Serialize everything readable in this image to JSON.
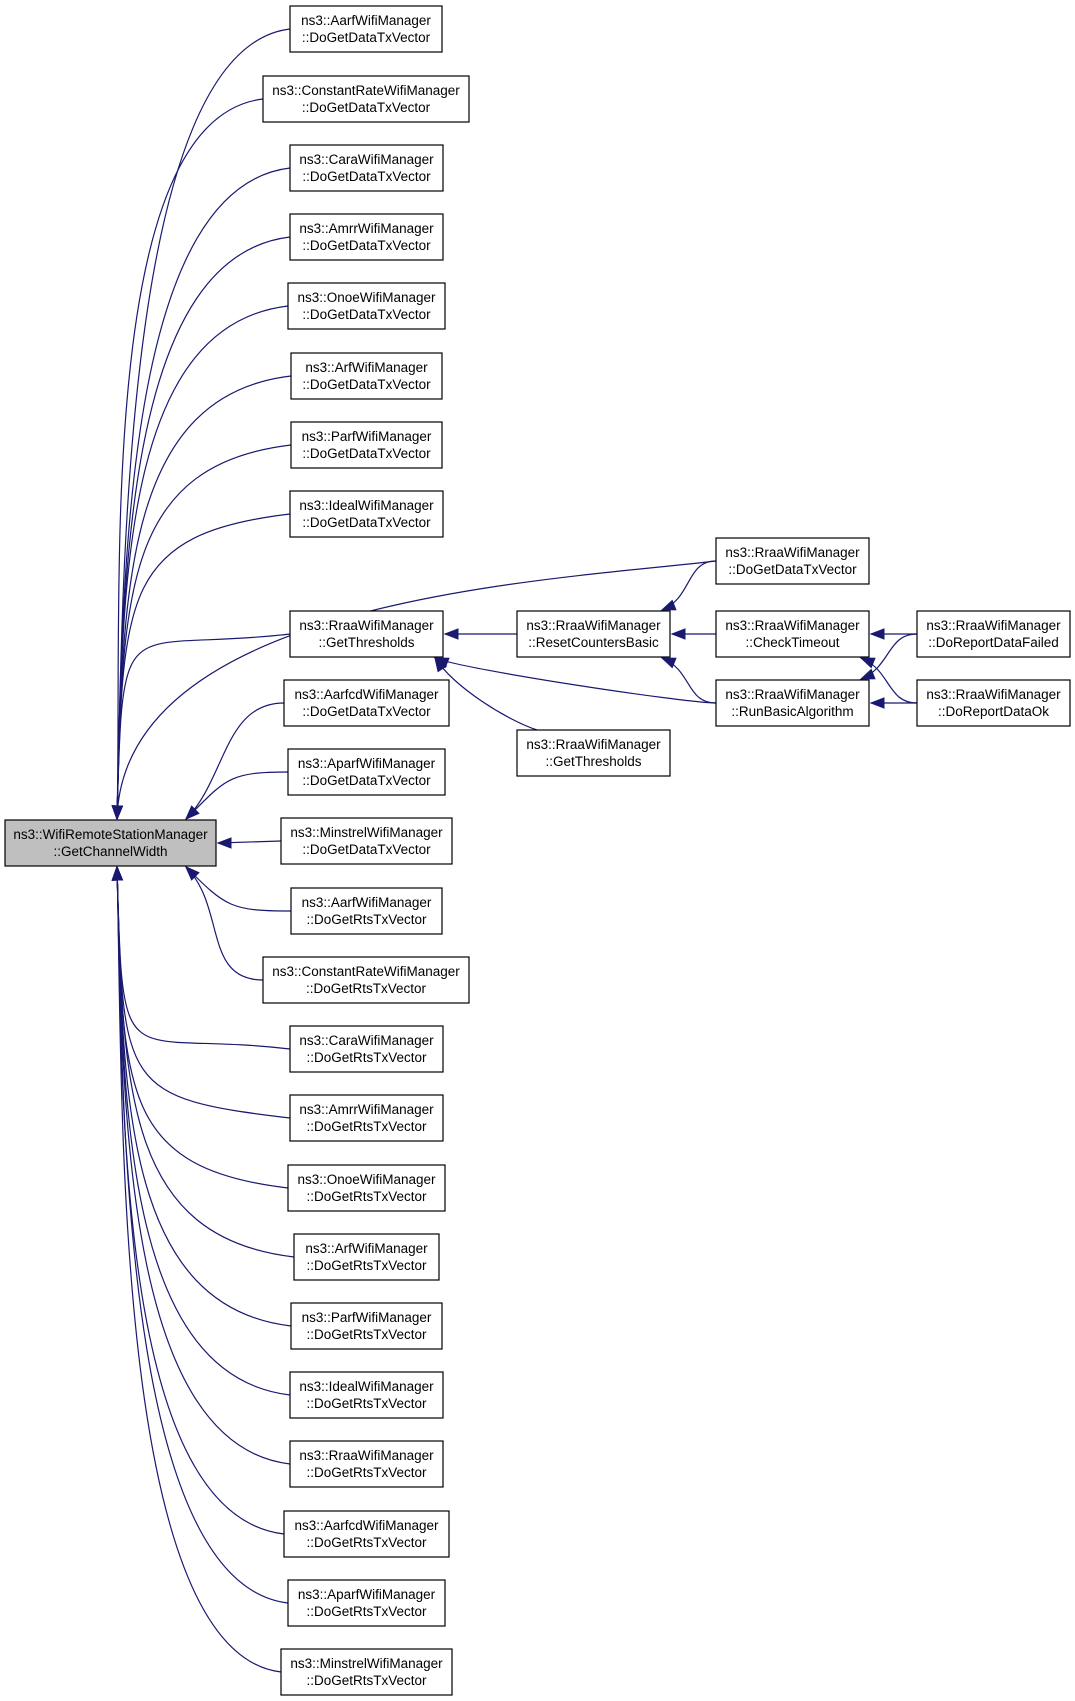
{
  "colors": {
    "edge": "#191970",
    "root_fill": "#bfbfbf",
    "node_fill": "#ffffff",
    "node_border": "#000000"
  },
  "nodes": [
    {
      "id": "root",
      "line1": "ns3::WifiRemoteStationManager",
      "line2": "::GetChannelWidth",
      "root": true
    },
    {
      "id": "aarf_data",
      "line1": "ns3::AarfWifiManager",
      "line2": "::DoGetDataTxVector"
    },
    {
      "id": "const_data",
      "line1": "ns3::ConstantRateWifiManager",
      "line2": "::DoGetDataTxVector"
    },
    {
      "id": "cara_data",
      "line1": "ns3::CaraWifiManager",
      "line2": "::DoGetDataTxVector"
    },
    {
      "id": "amrr_data",
      "line1": "ns3::AmrrWifiManager",
      "line2": "::DoGetDataTxVector"
    },
    {
      "id": "onoe_data",
      "line1": "ns3::OnoeWifiManager",
      "line2": "::DoGetDataTxVector"
    },
    {
      "id": "arf_data",
      "line1": "ns3::ArfWifiManager",
      "line2": "::DoGetDataTxVector"
    },
    {
      "id": "parf_data",
      "line1": "ns3::ParfWifiManager",
      "line2": "::DoGetDataTxVector"
    },
    {
      "id": "ideal_data",
      "line1": "ns3::IdealWifiManager",
      "line2": "::DoGetDataTxVector"
    },
    {
      "id": "rraa_data",
      "line1": "ns3::RraaWifiManager",
      "line2": "::DoGetDataTxVector"
    },
    {
      "id": "rraa_getth",
      "line1": "ns3::RraaWifiManager",
      "line2": "::GetThresholds"
    },
    {
      "id": "rraa_reset",
      "line1": "ns3::RraaWifiManager",
      "line2": "::ResetCountersBasic"
    },
    {
      "id": "rraa_getth2",
      "line1": "ns3::RraaWifiManager",
      "line2": "::GetThresholds"
    },
    {
      "id": "rraa_check",
      "line1": "ns3::RraaWifiManager",
      "line2": "::CheckTimeout"
    },
    {
      "id": "rraa_run",
      "line1": "ns3::RraaWifiManager",
      "line2": "::RunBasicAlgorithm"
    },
    {
      "id": "rraa_failed",
      "line1": "ns3::RraaWifiManager",
      "line2": "::DoReportDataFailed"
    },
    {
      "id": "rraa_ok",
      "line1": "ns3::RraaWifiManager",
      "line2": "::DoReportDataOk"
    },
    {
      "id": "aarfcd_data",
      "line1": "ns3::AarfcdWifiManager",
      "line2": "::DoGetDataTxVector"
    },
    {
      "id": "aparf_data",
      "line1": "ns3::AparfWifiManager",
      "line2": "::DoGetDataTxVector"
    },
    {
      "id": "minstrel_data",
      "line1": "ns3::MinstrelWifiManager",
      "line2": "::DoGetDataTxVector"
    },
    {
      "id": "aarf_rts",
      "line1": "ns3::AarfWifiManager",
      "line2": "::DoGetRtsTxVector"
    },
    {
      "id": "const_rts",
      "line1": "ns3::ConstantRateWifiManager",
      "line2": "::DoGetRtsTxVector"
    },
    {
      "id": "cara_rts",
      "line1": "ns3::CaraWifiManager",
      "line2": "::DoGetRtsTxVector"
    },
    {
      "id": "amrr_rts",
      "line1": "ns3::AmrrWifiManager",
      "line2": "::DoGetRtsTxVector"
    },
    {
      "id": "onoe_rts",
      "line1": "ns3::OnoeWifiManager",
      "line2": "::DoGetRtsTxVector"
    },
    {
      "id": "arf_rts",
      "line1": "ns3::ArfWifiManager",
      "line2": "::DoGetRtsTxVector"
    },
    {
      "id": "parf_rts",
      "line1": "ns3::ParfWifiManager",
      "line2": "::DoGetRtsTxVector"
    },
    {
      "id": "ideal_rts",
      "line1": "ns3::IdealWifiManager",
      "line2": "::DoGetRtsTxVector"
    },
    {
      "id": "rraa_rts",
      "line1": "ns3::RraaWifiManager",
      "line2": "::DoGetRtsTxVector"
    },
    {
      "id": "aarfcd_rts",
      "line1": "ns3::AarfcdWifiManager",
      "line2": "::DoGetRtsTxVector"
    },
    {
      "id": "aparf_rts",
      "line1": "ns3::AparfWifiManager",
      "line2": "::DoGetRtsTxVector"
    },
    {
      "id": "minstrel_rts",
      "line1": "ns3::MinstrelWifiManager",
      "line2": "::DoGetRtsTxVector"
    }
  ],
  "edges": [
    {
      "from": "aarf_data",
      "to": "root"
    },
    {
      "from": "const_data",
      "to": "root"
    },
    {
      "from": "cara_data",
      "to": "root"
    },
    {
      "from": "amrr_data",
      "to": "root"
    },
    {
      "from": "onoe_data",
      "to": "root"
    },
    {
      "from": "arf_data",
      "to": "root"
    },
    {
      "from": "parf_data",
      "to": "root"
    },
    {
      "from": "ideal_data",
      "to": "root"
    },
    {
      "from": "rraa_data",
      "to": "root"
    },
    {
      "from": "rraa_getth",
      "to": "root"
    },
    {
      "from": "aarfcd_data",
      "to": "root"
    },
    {
      "from": "aparf_data",
      "to": "root"
    },
    {
      "from": "minstrel_data",
      "to": "root"
    },
    {
      "from": "aarf_rts",
      "to": "root"
    },
    {
      "from": "const_rts",
      "to": "root"
    },
    {
      "from": "cara_rts",
      "to": "root"
    },
    {
      "from": "amrr_rts",
      "to": "root"
    },
    {
      "from": "onoe_rts",
      "to": "root"
    },
    {
      "from": "arf_rts",
      "to": "root"
    },
    {
      "from": "parf_rts",
      "to": "root"
    },
    {
      "from": "ideal_rts",
      "to": "root"
    },
    {
      "from": "rraa_rts",
      "to": "root"
    },
    {
      "from": "aarfcd_rts",
      "to": "root"
    },
    {
      "from": "aparf_rts",
      "to": "root"
    },
    {
      "from": "minstrel_rts",
      "to": "root"
    },
    {
      "from": "rraa_reset",
      "to": "rraa_getth"
    },
    {
      "from": "rraa_getth2",
      "to": "rraa_getth"
    },
    {
      "from": "rraa_run",
      "to": "rraa_getth"
    },
    {
      "from": "rraa_data",
      "to": "rraa_reset"
    },
    {
      "from": "rraa_check",
      "to": "rraa_reset"
    },
    {
      "from": "rraa_run",
      "to": "rraa_reset"
    },
    {
      "from": "rraa_failed",
      "to": "rraa_check"
    },
    {
      "from": "rraa_ok",
      "to": "rraa_check"
    },
    {
      "from": "rraa_failed",
      "to": "rraa_run"
    },
    {
      "from": "rraa_ok",
      "to": "rraa_run"
    }
  ]
}
